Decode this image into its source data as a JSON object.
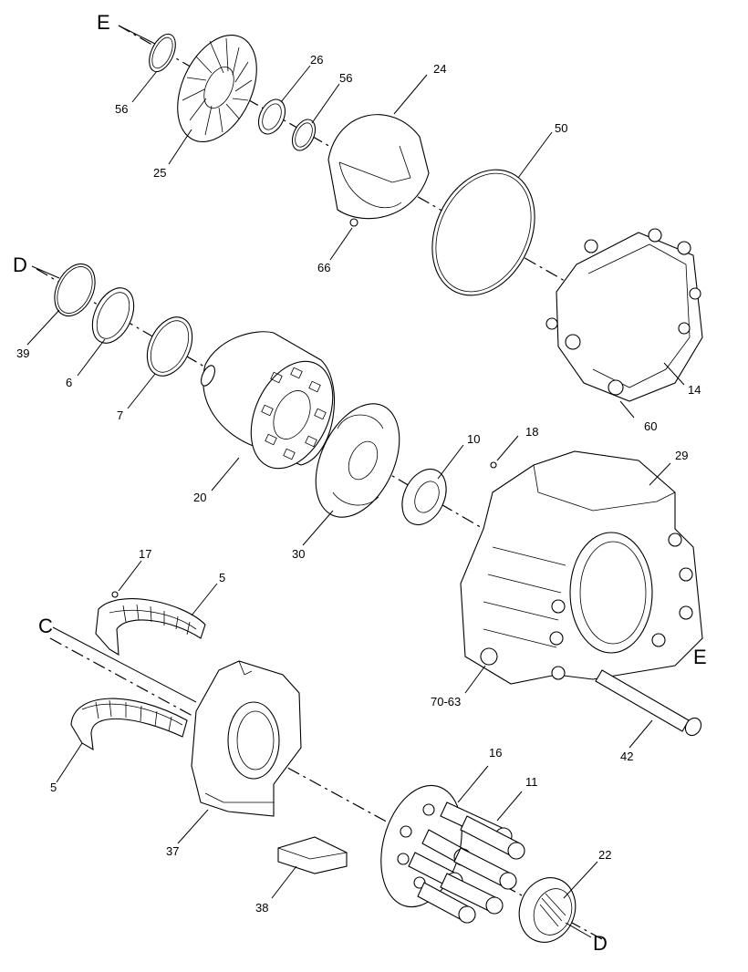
{
  "callouts": {
    "c56a": "56",
    "c25": "25",
    "c26": "26",
    "c56b": "56",
    "c24": "24",
    "c50": "50",
    "c66": "66",
    "c14": "14",
    "c60": "60",
    "c39": "39",
    "c6": "6",
    "c7": "7",
    "c20": "20",
    "c30": "30",
    "c10": "10",
    "c18": "18",
    "c29": "29",
    "c17": "17",
    "c5a": "5",
    "c5b": "5",
    "c70": "70-63",
    "c42": "42",
    "c37": "37",
    "c38": "38",
    "c16": "16",
    "c11": "11",
    "c22": "22"
  },
  "refs": {
    "E_top": "E",
    "E_right": "E",
    "D_left": "D",
    "D_bottom": "D",
    "C_left": "C"
  },
  "colors": {
    "ink": "#000000",
    "paper": "#ffffff"
  }
}
